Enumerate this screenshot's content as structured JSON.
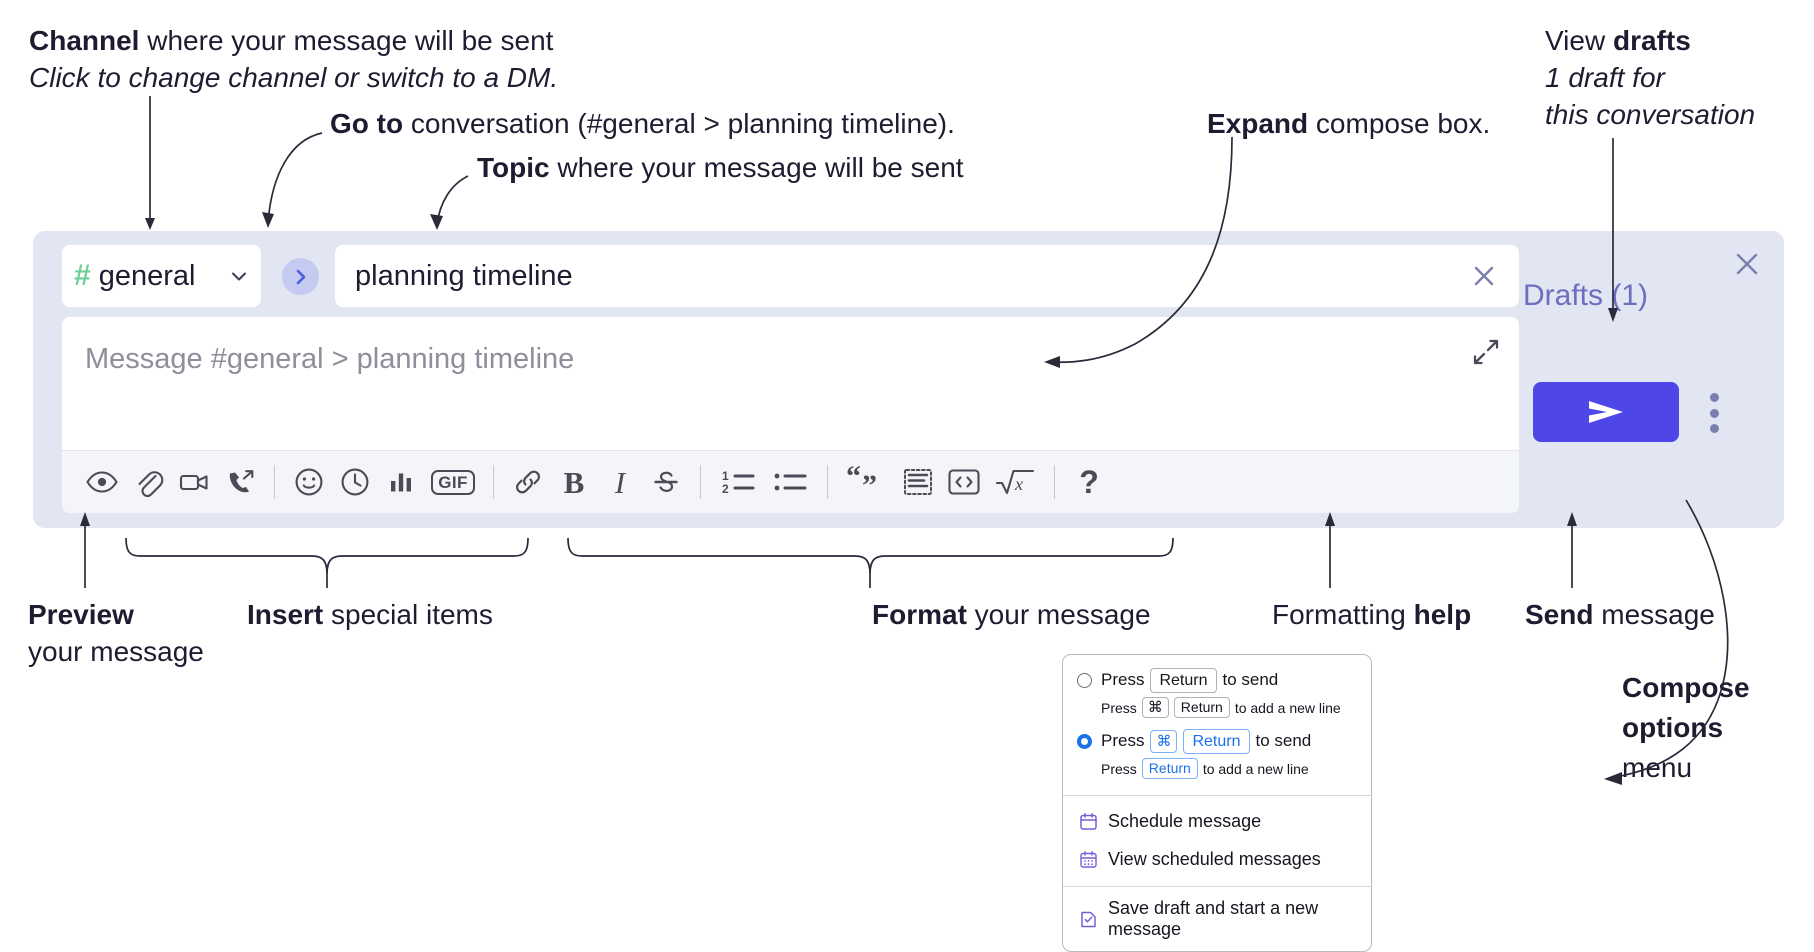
{
  "annotations": {
    "channel": {
      "line1_bold": "Channel",
      "line1_rest": " where your message will be sent",
      "line2_italic": "Click to change channel or switch to a DM."
    },
    "goto": {
      "bold": "Go to",
      "rest": " conversation (#general > planning timeline)."
    },
    "topic": {
      "bold": "Topic",
      "rest": " where your message will be sent"
    },
    "expand": {
      "bold": "Expand",
      "rest": " compose box."
    },
    "drafts": {
      "line1_plain": "View ",
      "line1_bold": "drafts",
      "line2_italic": "1 draft for",
      "line3_italic": "this conversation"
    },
    "preview": {
      "bold": "Preview",
      "line2": "your message"
    },
    "insert": {
      "bold": "Insert",
      "rest": " special items"
    },
    "format": {
      "bold": "Format",
      "rest": " your message"
    },
    "help": {
      "plain": "Formatting ",
      "bold": "help"
    },
    "send": {
      "bold": "Send",
      "rest": " message"
    },
    "compose_options": {
      "bold_line1": "Compose",
      "bold_line2": "options",
      "line3": "menu"
    }
  },
  "compose": {
    "channel": {
      "hash": "#",
      "name": "general",
      "caret_icon": "chevron-down-icon"
    },
    "goto_button": {
      "icon": "chevron-right-icon"
    },
    "topic": {
      "value": "planning timeline",
      "clear_icon": "close-icon"
    },
    "message": {
      "placeholder": "Message #general > planning timeline",
      "value": "",
      "expand_icon": "expand-icon"
    },
    "panel_close_icon": "close-icon",
    "drafts_label": "Drafts (1)",
    "send_button": {
      "icon": "send-icon",
      "label": ""
    },
    "compose_menu_icon": "kebab-menu-icon",
    "toolbar": [
      {
        "name": "preview-button",
        "icon": "eye-icon",
        "type": "icon"
      },
      {
        "name": "attach-file-button",
        "icon": "paperclip-icon",
        "type": "icon"
      },
      {
        "name": "video-clip-button",
        "icon": "video-camera-icon",
        "type": "icon"
      },
      {
        "name": "audio-clip-button",
        "icon": "phone-arrow-icon",
        "type": "icon"
      },
      {
        "name": "separator-1",
        "icon": "divider",
        "type": "sep"
      },
      {
        "name": "emoji-button",
        "icon": "smiley-icon",
        "type": "icon"
      },
      {
        "name": "reminder-button",
        "icon": "clock-icon",
        "type": "icon"
      },
      {
        "name": "poll-button",
        "icon": "bar-chart-icon",
        "type": "icon"
      },
      {
        "name": "gif-button",
        "icon": "gif-icon",
        "type": "gif",
        "label": "GIF"
      },
      {
        "name": "separator-2",
        "icon": "divider",
        "type": "sep"
      },
      {
        "name": "link-button",
        "icon": "link-icon",
        "type": "icon"
      },
      {
        "name": "bold-button",
        "icon": "bold-icon",
        "type": "icon"
      },
      {
        "name": "italic-button",
        "icon": "italic-icon",
        "type": "icon"
      },
      {
        "name": "strikethrough-button",
        "icon": "strikethrough-icon",
        "type": "icon"
      },
      {
        "name": "separator-3",
        "icon": "divider",
        "type": "sep"
      },
      {
        "name": "ordered-list-button",
        "icon": "numbered-list-icon",
        "type": "icon"
      },
      {
        "name": "bulleted-list-button",
        "icon": "bulleted-list-icon",
        "type": "icon"
      },
      {
        "name": "separator-4",
        "icon": "divider",
        "type": "sep"
      },
      {
        "name": "blockquote-button",
        "icon": "quote-icon",
        "type": "icon"
      },
      {
        "name": "code-block-button",
        "icon": "code-block-icon",
        "type": "icon"
      },
      {
        "name": "inline-code-button",
        "icon": "angle-brackets-icon",
        "type": "icon"
      },
      {
        "name": "math-button",
        "icon": "square-root-icon",
        "type": "icon"
      },
      {
        "name": "separator-5",
        "icon": "divider",
        "type": "sep"
      },
      {
        "name": "formatting-help-button",
        "icon": "question-mark-icon",
        "type": "qmark",
        "label": "?"
      }
    ]
  },
  "compose_options_menu": {
    "radio_options": [
      {
        "selected": false,
        "main_prefix": "Press",
        "main_keys": [
          "Return"
        ],
        "main_suffix": "to send",
        "sub_prefix": "Press",
        "sub_keys": [
          "⌘",
          "Return"
        ],
        "sub_suffix": "to add a new line"
      },
      {
        "selected": true,
        "main_prefix": "Press",
        "main_keys": [
          "⌘",
          "Return"
        ],
        "main_suffix": "to send",
        "sub_prefix": "Press",
        "sub_keys": [
          "Return"
        ],
        "sub_suffix": "to add a new line"
      }
    ],
    "items": [
      {
        "label": "Schedule message",
        "icon": "calendar-icon"
      },
      {
        "label": "View scheduled messages",
        "icon": "calendar-grid-icon"
      },
      {
        "label": "Save draft and start a new message",
        "icon": "document-check-icon"
      }
    ]
  },
  "colors": {
    "panel_bg": "#e2e5f2",
    "accent_send": "#4f46e8",
    "drafts_text": "#6c6fc0",
    "hash_green": "#6fcf97",
    "goto_circle": "#c5caf0",
    "radio_blue": "#1b72e8",
    "menu_icon_purple": "#7a5cd8"
  }
}
